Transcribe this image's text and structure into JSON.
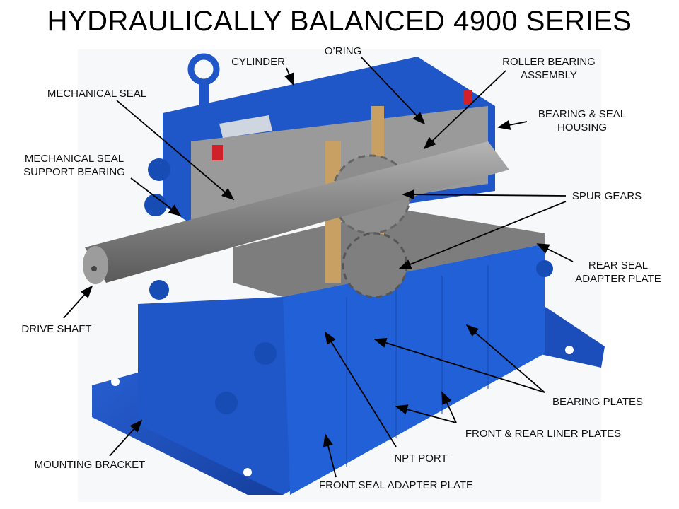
{
  "title": "HYDRAULICALLY BALANCED 4900 SERIES",
  "labels": {
    "cylinder": "CYLINDER",
    "oring": "O’RING",
    "roller_bearing_1": "ROLLER BEARING",
    "roller_bearing_2": "ASSEMBLY",
    "mechanical_seal": "MECHANICAL SEAL",
    "bearing_seal_housing_1": "BEARING & SEAL",
    "bearing_seal_housing_2": "HOUSING",
    "support_bearing_1": "MECHANICAL SEAL",
    "support_bearing_2": "SUPPORT BEARING",
    "spur_gears": "SPUR GEARS",
    "rear_seal_1": "REAR SEAL",
    "rear_seal_2": "ADAPTER PLATE",
    "drive_shaft": "DRIVE SHAFT",
    "bearing_plates": "BEARING PLATES",
    "liner_plates": "FRONT & REAR LINER PLATES",
    "npt_port": "NPT PORT",
    "mounting_bracket": "MOUNTING BRACKET",
    "front_seal": "FRONT SEAL ADAPTER PLATE"
  },
  "colors": {
    "housing": "#1f56c8",
    "shaft": "#8a8a8a",
    "bronze": "#c9a063",
    "seal_red": "#d0202a"
  }
}
